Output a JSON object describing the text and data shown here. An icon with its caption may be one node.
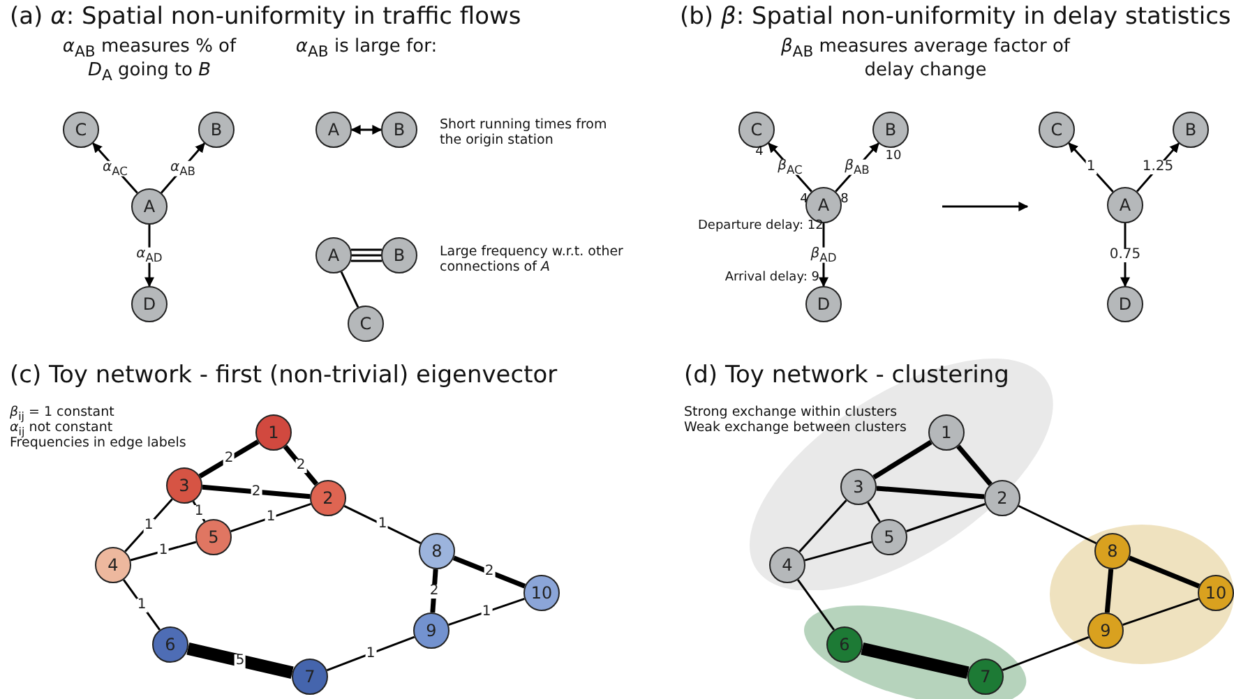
{
  "diagram": {
    "nodes": [
      {
        "text": [
          "C"
        ]
      },
      {
        "text": [
          "B"
        ]
      },
      {
        "text": [
          "A"
        ]
      },
      {
        "text": [
          "D"
        ]
      },
      {
        "text": [
          "A"
        ]
      },
      {
        "text": [
          "B"
        ]
      },
      {
        "text": [
          "A"
        ]
      },
      {
        "text": [
          "B"
        ]
      },
      {
        "text": [
          "C"
        ]
      },
      {
        "text": [
          "C"
        ]
      },
      {
        "text": [
          "B"
        ]
      },
      {
        "text": [
          "A"
        ]
      },
      {
        "text": [
          "D"
        ]
      },
      {
        "text": [
          "C"
        ]
      },
      {
        "text": [
          "B"
        ]
      },
      {
        "text": [
          "A"
        ]
      },
      {
        "text": [
          "D"
        ]
      },
      {
        "text": [
          "1"
        ]
      },
      {
        "text": [
          "2"
        ]
      },
      {
        "text": [
          "3"
        ]
      },
      {
        "text": [
          "4"
        ]
      },
      {
        "text": [
          "5"
        ]
      },
      {
        "text": [
          "6"
        ]
      },
      {
        "text": [
          "7"
        ]
      },
      {
        "text": [
          "8"
        ]
      },
      {
        "text": [
          "9"
        ]
      },
      {
        "text": [
          "10"
        ]
      },
      {
        "text": [],
        "shape": "ellipse"
      },
      {
        "text": [
          "1"
        ],
        "in": 27
      },
      {
        "text": [
          "2"
        ],
        "in": 27
      },
      {
        "text": [
          "3"
        ],
        "in": 27
      },
      {
        "text": [
          "4"
        ],
        "in": 27
      },
      {
        "text": [
          "5"
        ],
        "in": 27
      },
      {
        "text": [],
        "shape": "ellipse"
      },
      {
        "text": [
          "6"
        ],
        "in": 33
      },
      {
        "text": [
          "7"
        ],
        "in": 33
      },
      {
        "text": [],
        "shape": "ellipse"
      },
      {
        "text": [
          "8"
        ],
        "in": 36
      },
      {
        "text": [
          "9"
        ],
        "in": 36
      },
      {
        "text": [
          "10"
        ],
        "in": 36
      }
    ],
    "edges": [
      {
        "from": 2,
        "to": 0,
        "arrow": "to",
        "label": "*α*$_{AC}$"
      },
      {
        "from": 2,
        "to": 1,
        "arrow": "to",
        "label": "*α*$_{AB}$"
      },
      {
        "from": 2,
        "to": 3,
        "arrow": "to",
        "label": "*α*$_{AD}$"
      },
      {
        "from": 4,
        "to": 5,
        "arrow": "both"
      },
      {
        "from": 6,
        "to": 7,
        "arrow": "none"
      },
      {
        "from": 6,
        "to": 7,
        "arrow": "none"
      },
      {
        "from": 6,
        "to": 7,
        "arrow": "none"
      },
      {
        "from": 6,
        "to": 8,
        "arrow": "none"
      },
      {
        "from": 11,
        "to": 9,
        "arrow": "to",
        "label": "*β*$_{AC}$"
      },
      {
        "from": 11,
        "to": 10,
        "arrow": "to",
        "label": "*β*$_{AB}$"
      },
      {
        "from": 11,
        "to": 12,
        "arrow": "to",
        "label": "*β*$_{AD}$"
      },
      {
        "from": 15,
        "to": 13,
        "arrow": "to",
        "label": "1"
      },
      {
        "from": 15,
        "to": 14,
        "arrow": "to",
        "label": "1.25"
      },
      {
        "from": 15,
        "to": 16,
        "arrow": "to",
        "label": "0.75"
      },
      {
        "from": 17,
        "to": 19,
        "arrow": "none",
        "label": "2",
        "style": "thick"
      },
      {
        "from": 17,
        "to": 18,
        "arrow": "none",
        "label": "2",
        "style": "thick"
      },
      {
        "from": 19,
        "to": 18,
        "arrow": "none",
        "label": "2",
        "style": "thick"
      },
      {
        "from": 19,
        "to": 21,
        "arrow": "none",
        "label": "1"
      },
      {
        "from": 19,
        "to": 20,
        "arrow": "none",
        "label": "1"
      },
      {
        "from": 20,
        "to": 21,
        "arrow": "none",
        "label": "1"
      },
      {
        "from": 21,
        "to": 18,
        "arrow": "none",
        "label": "1"
      },
      {
        "from": 18,
        "to": 24,
        "arrow": "none",
        "label": "1"
      },
      {
        "from": 20,
        "to": 22,
        "arrow": "none",
        "label": "1"
      },
      {
        "from": 22,
        "to": 23,
        "arrow": "none",
        "label": "5",
        "style": "thick"
      },
      {
        "from": 23,
        "to": 25,
        "arrow": "none",
        "label": "1"
      },
      {
        "from": 24,
        "to": 25,
        "arrow": "none",
        "label": "2",
        "style": "thick"
      },
      {
        "from": 24,
        "to": 26,
        "arrow": "none",
        "label": "2",
        "style": "thick"
      },
      {
        "from": 25,
        "to": 26,
        "arrow": "none",
        "label": "1"
      },
      {
        "from": 28,
        "to": 30,
        "arrow": "none",
        "style": "thick"
      },
      {
        "from": 28,
        "to": 29,
        "arrow": "none",
        "style": "thick"
      },
      {
        "from": 30,
        "to": 29,
        "arrow": "none",
        "style": "thick"
      },
      {
        "from": 30,
        "to": 32,
        "arrow": "none"
      },
      {
        "from": 30,
        "to": 31,
        "arrow": "none"
      },
      {
        "from": 31,
        "to": 32,
        "arrow": "none"
      },
      {
        "from": 32,
        "to": 29,
        "arrow": "none"
      },
      {
        "from": 29,
        "to": 37,
        "arrow": "none"
      },
      {
        "from": 31,
        "to": 34,
        "arrow": "none"
      },
      {
        "from": 34,
        "to": 35,
        "arrow": "none",
        "style": "thick"
      },
      {
        "from": 35,
        "to": 38,
        "arrow": "none"
      },
      {
        "from": 37,
        "to": 38,
        "arrow": "none",
        "style": "thick"
      },
      {
        "from": 37,
        "to": 39,
        "arrow": "none",
        "style": "thick"
      },
      {
        "from": 38,
        "to": 39,
        "arrow": "none"
      }
    ],
    "labels": [
      "(a) *α*: Spatial non-uniformity in traffic flows",
      "(b) *β*: Spatial non-uniformity in delay statistics",
      "*α*$_{AB}$ measures % of *D*$_{A}$ going to *B*",
      "*α*$_{AB}$ is large for:",
      "Short running times from the origin station",
      "Large frequency w.r.t. other connections of *A*",
      "*β*$_{AB}$ measures average factor of delay change",
      "4",
      "4",
      "8",
      "10",
      "Departure delay: 12",
      "Arrival delay: 9",
      "(c) Toy network - first (non-trivial) eigenvector",
      "*β*$_{ij}$ = 1 constant",
      "*α*$_{ij}$ not constant",
      "Frequencies in edge labels",
      "(d) Toy network - clustering",
      "Strong exchange within clusters",
      "Weak exchange between clusters"
    ]
  }
}
